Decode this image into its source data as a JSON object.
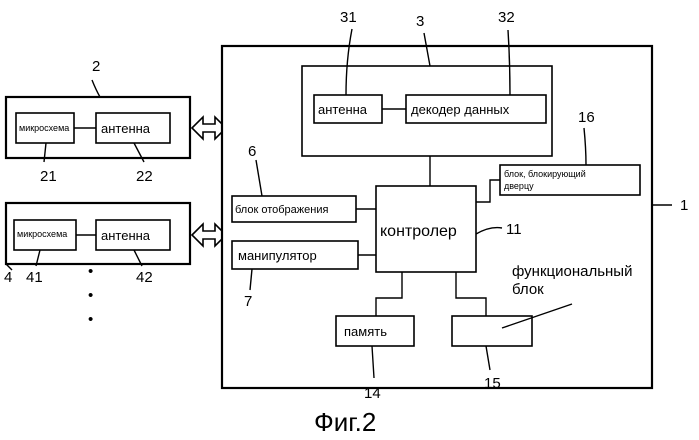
{
  "caption": "Фиг.2",
  "numerals": {
    "n1": "1",
    "n2": "2",
    "n3": "3",
    "n4": "4",
    "n6": "6",
    "n7": "7",
    "n11": "11",
    "n14": "14",
    "n15": "15",
    "n16": "16",
    "n21": "21",
    "n22": "22",
    "n31": "31",
    "n32": "32",
    "n41": "41",
    "n42": "42"
  },
  "tag2": {
    "chip": "микросхема",
    "antenna": "антенна"
  },
  "tag4": {
    "chip": "микросхема",
    "antenna": "антенна"
  },
  "reader": {
    "antenna": "антенна",
    "decoder": "декодер данных"
  },
  "main": {
    "display": "блок отображения",
    "manipulator": "манипулятор",
    "controller": "контролер",
    "memory": "память",
    "lock_line1": "блок, блокирующий",
    "lock_line2": "дверцу",
    "functional_line1": "функциональный",
    "functional_line2": "блок"
  },
  "ellipsis": [
    "•",
    "•",
    "•"
  ]
}
